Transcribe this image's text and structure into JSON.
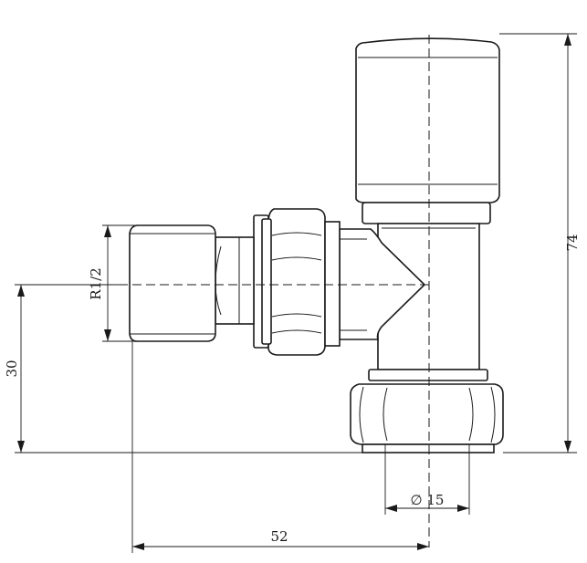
{
  "drawing": {
    "subject": "angled radiator valve",
    "dimensions": {
      "overall_height": "74",
      "inlet_height": "30",
      "thread": "R1/2",
      "outlet_diameter": "∅ 15",
      "overall_length": "52"
    }
  }
}
